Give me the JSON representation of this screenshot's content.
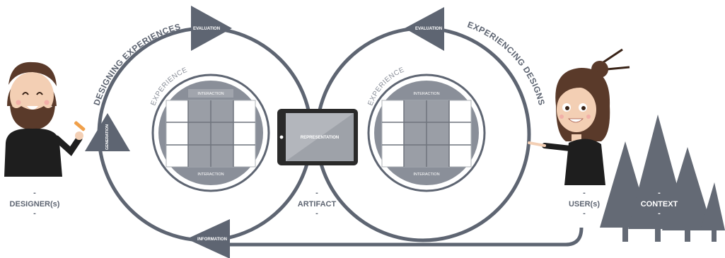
{
  "colors": {
    "slate": "#5e6572",
    "slate_light": "#8a8f99",
    "grid_dark": "#9a9ea6",
    "grid_light": "#c9ccd1",
    "tree": "#646a75",
    "skin": "#f3cfb4",
    "hair": "#5a3a2a",
    "shirt": "#1e1e1e"
  },
  "left_loop": {
    "arc_label": "DESIGNING EXPERIENCES",
    "top_marker": "EVALUATION",
    "side_marker": "GENERATION",
    "bottom_marker": "INFORMATION",
    "experience_label": "EXPERIENCE",
    "interaction_top": "INTERACTION",
    "interaction_bottom": "INTERACTION"
  },
  "right_loop": {
    "arc_label": "EXPERIENCING DESIGNS",
    "top_marker": "EVALUATION",
    "experience_label": "EXPERIENCE",
    "interaction_top": "INTERACTION",
    "interaction_bottom": "INTERACTION"
  },
  "center": {
    "tablet_label": "REPRESENTATION",
    "artifact_label": "ARTIFACT"
  },
  "actors": {
    "designer": "DESIGNER(s)",
    "user": "USER(s)",
    "context": "CONTEXT",
    "dash": "-"
  }
}
